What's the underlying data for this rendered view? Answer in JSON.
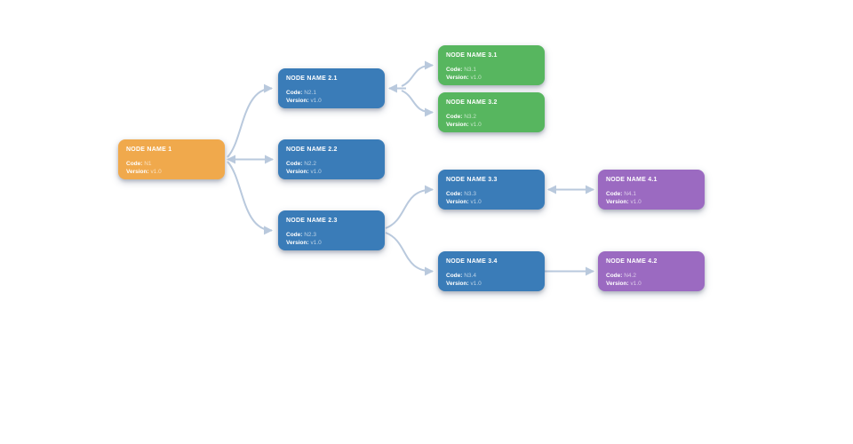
{
  "page": {
    "background_color": "#ffffff"
  },
  "diagram": {
    "edge_color": "#b9c9dd",
    "node_colors": {
      "orange": "#f0a94c",
      "blue": "#3a7cb8",
      "green": "#57b65f",
      "purple": "#9b6ac1"
    },
    "labels": {
      "code": "Code:",
      "version": "Version:"
    },
    "nodes": [
      {
        "title": "NODE NAME 1",
        "code": "N1",
        "version": "v1.0",
        "color": "orange"
      },
      {
        "title": "NODE NAME 2.1",
        "code": "N2.1",
        "version": "v1.0",
        "color": "blue"
      },
      {
        "title": "NODE NAME 2.2",
        "code": "N2.2",
        "version": "v1.0",
        "color": "blue"
      },
      {
        "title": "NODE NAME 2.3",
        "code": "N2.3",
        "version": "v1.0",
        "color": "blue"
      },
      {
        "title": "NODE NAME 3.1",
        "code": "N3.1",
        "version": "v1.0",
        "color": "green"
      },
      {
        "title": "NODE NAME 3.2",
        "code": "N3.2",
        "version": "v1.0",
        "color": "green"
      },
      {
        "title": "NODE NAME 3.3",
        "code": "N3.3",
        "version": "v1.0",
        "color": "blue"
      },
      {
        "title": "NODE NAME 3.4",
        "code": "N3.4",
        "version": "v1.0",
        "color": "blue"
      },
      {
        "title": "NODE NAME 4.1",
        "code": "N4.1",
        "version": "v1.0",
        "color": "purple"
      },
      {
        "title": "NODE NAME 4.2",
        "code": "N4.2",
        "version": "v1.0",
        "color": "purple"
      }
    ],
    "edges": [
      {
        "from": "NODE NAME 1",
        "to": "NODE NAME 2.1",
        "arrows": "end"
      },
      {
        "from": "NODE NAME 1",
        "to": "NODE NAME 2.2",
        "arrows": "both"
      },
      {
        "from": "NODE NAME 1",
        "to": "NODE NAME 2.3",
        "arrows": "end"
      },
      {
        "from": "NODE NAME 2.1",
        "to": "NODE NAME 3.1",
        "arrows": "both"
      },
      {
        "from": "NODE NAME 2.1",
        "to": "NODE NAME 3.2",
        "arrows": "end"
      },
      {
        "from": "NODE NAME 2.3",
        "to": "NODE NAME 3.3",
        "arrows": "end"
      },
      {
        "from": "NODE NAME 2.3",
        "to": "NODE NAME 3.4",
        "arrows": "end"
      },
      {
        "from": "NODE NAME 3.3",
        "to": "NODE NAME 4.1",
        "arrows": "both"
      },
      {
        "from": "NODE NAME 3.4",
        "to": "NODE NAME 4.2",
        "arrows": "end"
      }
    ]
  }
}
